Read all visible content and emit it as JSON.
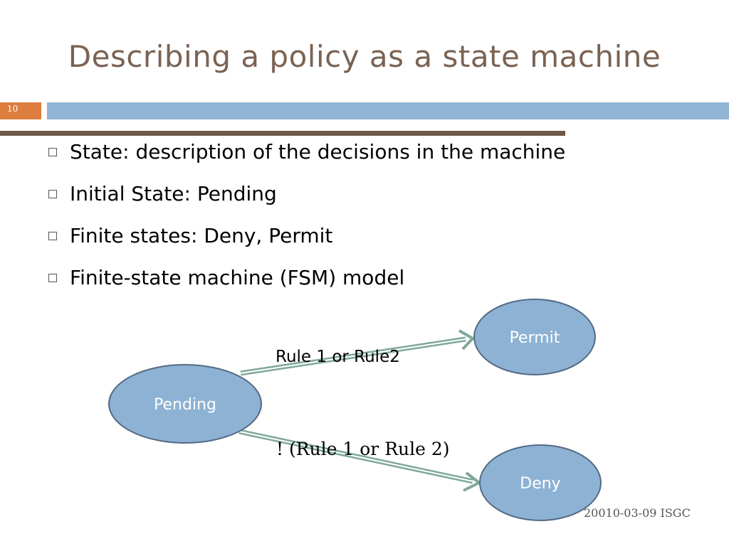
{
  "slide": {
    "title": "Describing a policy as a state machine",
    "number": "10",
    "footer": "20010-03-09 ISGC"
  },
  "bullets": [
    "State:  description of the decisions in the machine",
    "Initial State: Pending",
    "Finite states:  Deny, Permit",
    "Finite-state machine (FSM) model"
  ],
  "diagram": {
    "nodes": {
      "pending": "Pending",
      "permit": "Permit",
      "deny": "Deny"
    },
    "edges": {
      "to_permit": "Rule 1 or Rule2",
      "to_deny": "! (Rule 1 or Rule 2)"
    },
    "colors": {
      "node_fill": "#8db2d3",
      "node_stroke": "#556b85",
      "arrow": "#7ea89a"
    }
  }
}
